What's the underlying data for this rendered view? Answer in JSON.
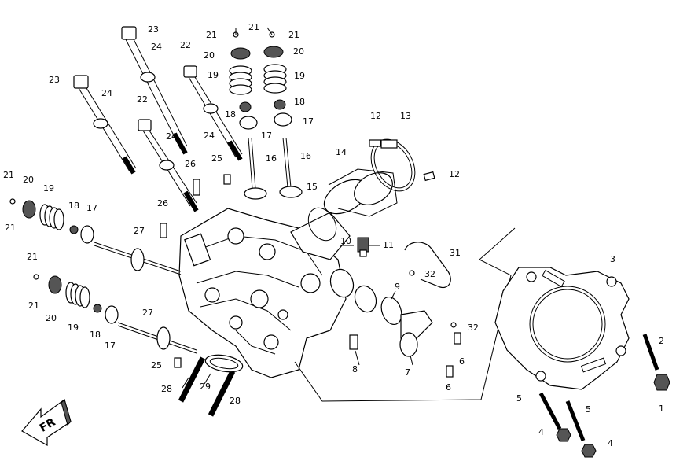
{
  "callouts": [
    {
      "id": "c1",
      "text": "1"
    },
    {
      "id": "c2",
      "text": "2"
    },
    {
      "id": "c3",
      "text": "3"
    },
    {
      "id": "c4a",
      "text": "4"
    },
    {
      "id": "c4b",
      "text": "4"
    },
    {
      "id": "c5a",
      "text": "5"
    },
    {
      "id": "c5b",
      "text": "5"
    },
    {
      "id": "c6a",
      "text": "6"
    },
    {
      "id": "c6b",
      "text": "6"
    },
    {
      "id": "c7",
      "text": "7"
    },
    {
      "id": "c8",
      "text": "8"
    },
    {
      "id": "c9",
      "text": "9"
    },
    {
      "id": "c10",
      "text": "10"
    },
    {
      "id": "c11",
      "text": "11"
    },
    {
      "id": "c12a",
      "text": "12"
    },
    {
      "id": "c12b",
      "text": "12"
    },
    {
      "id": "c13",
      "text": "13"
    },
    {
      "id": "c14",
      "text": "14"
    },
    {
      "id": "c15",
      "text": "15"
    },
    {
      "id": "c16a",
      "text": "16"
    },
    {
      "id": "c16b",
      "text": "16"
    },
    {
      "id": "c17a",
      "text": "17"
    },
    {
      "id": "c17b",
      "text": "17"
    },
    {
      "id": "c17c",
      "text": "17"
    },
    {
      "id": "c17d",
      "text": "17"
    },
    {
      "id": "c18a",
      "text": "18"
    },
    {
      "id": "c18b",
      "text": "18"
    },
    {
      "id": "c18c",
      "text": "18"
    },
    {
      "id": "c18d",
      "text": "18"
    },
    {
      "id": "c19a",
      "text": "19"
    },
    {
      "id": "c19b",
      "text": "19"
    },
    {
      "id": "c19c",
      "text": "19"
    },
    {
      "id": "c19d",
      "text": "19"
    },
    {
      "id": "c20a",
      "text": "20"
    },
    {
      "id": "c20b",
      "text": "20"
    },
    {
      "id": "c20c",
      "text": "20"
    },
    {
      "id": "c20d",
      "text": "20"
    },
    {
      "id": "c21a",
      "text": "21"
    },
    {
      "id": "c21b",
      "text": "21"
    },
    {
      "id": "c21c",
      "text": "21"
    },
    {
      "id": "c21d",
      "text": "21"
    },
    {
      "id": "c21e",
      "text": "21"
    },
    {
      "id": "c21f",
      "text": "21"
    },
    {
      "id": "c21g",
      "text": "21"
    },
    {
      "id": "c22a",
      "text": "22"
    },
    {
      "id": "c22b",
      "text": "22"
    },
    {
      "id": "c23a",
      "text": "23"
    },
    {
      "id": "c23b",
      "text": "23"
    },
    {
      "id": "c24a",
      "text": "24"
    },
    {
      "id": "c24b",
      "text": "24"
    },
    {
      "id": "c24c",
      "text": "24"
    },
    {
      "id": "c24d",
      "text": "24"
    },
    {
      "id": "c25a",
      "text": "25"
    },
    {
      "id": "c25b",
      "text": "25"
    },
    {
      "id": "c26a",
      "text": "26"
    },
    {
      "id": "c26b",
      "text": "26"
    },
    {
      "id": "c27a",
      "text": "27"
    },
    {
      "id": "c27b",
      "text": "27"
    },
    {
      "id": "c28a",
      "text": "28"
    },
    {
      "id": "c28b",
      "text": "28"
    },
    {
      "id": "c29",
      "text": "29"
    },
    {
      "id": "c31",
      "text": "31"
    },
    {
      "id": "c32a",
      "text": "32"
    },
    {
      "id": "c32b",
      "text": "32"
    }
  ],
  "fr_badge": "FR",
  "icons": {
    "front_arrow": "front-direction-arrow-icon"
  }
}
